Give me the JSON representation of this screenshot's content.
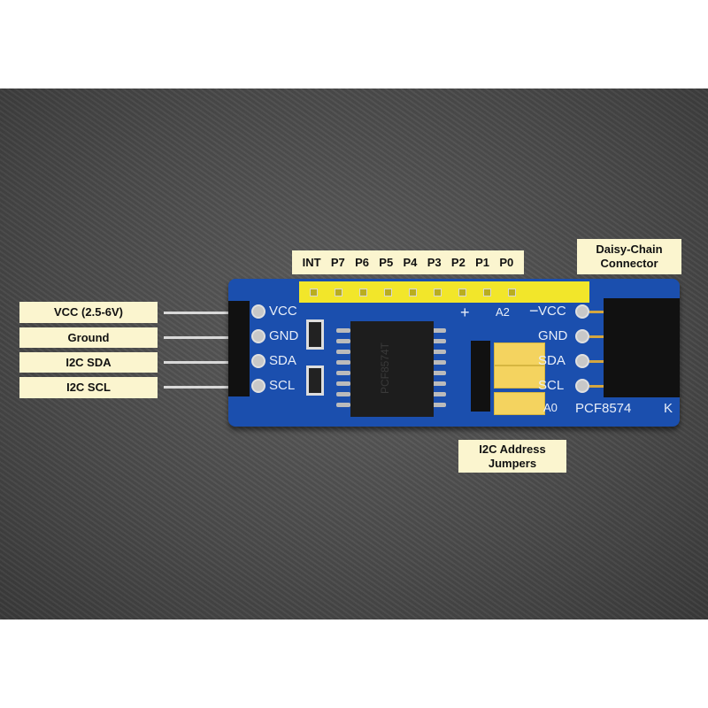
{
  "callouts": {
    "left": [
      "VCC (2.5-6V)",
      "Ground",
      "I2C SDA",
      "I2C SCL"
    ],
    "pins": [
      "INT",
      "P7",
      "P6",
      "P5",
      "P4",
      "P3",
      "P2",
      "P1",
      "P0"
    ],
    "daisy_chain": "Daisy-Chain Connector",
    "address": "I2C Address Jumpers"
  },
  "silkscreen": {
    "left_pins": [
      "VCC",
      "GND",
      "SDA",
      "SCL"
    ],
    "right_pins": [
      "VCC",
      "GND",
      "SDA",
      "SCL"
    ],
    "a2": "A2",
    "a0": "A0",
    "plus": "+",
    "minus": "−",
    "model": "PCF8574",
    "k": "K",
    "chip_marking": "PCF8574T"
  },
  "colors": {
    "board": "#1b4fae",
    "label_bg": "#fbf5cf",
    "header": "#f2e62a"
  }
}
